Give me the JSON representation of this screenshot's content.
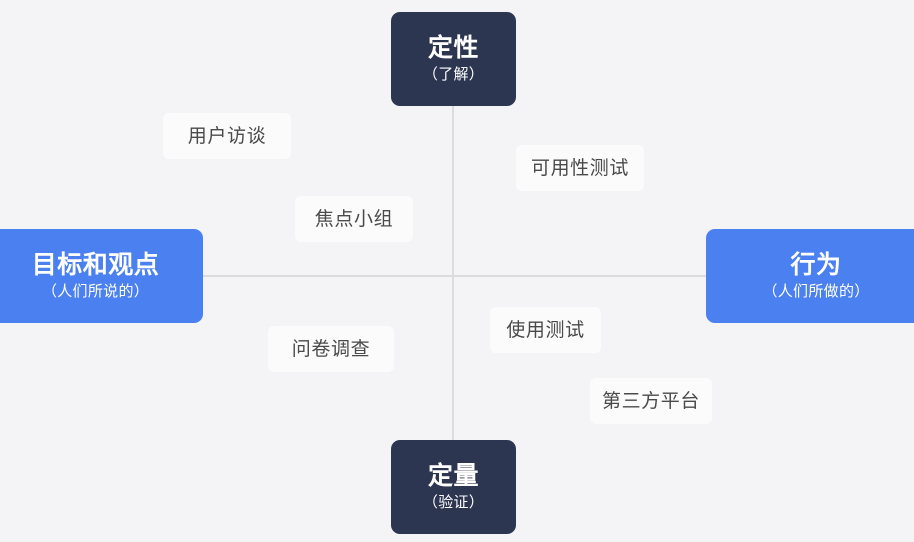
{
  "diagram": {
    "type": "2x2-matrix",
    "background_color": "#f4f4f6",
    "axis_color": "#dcdcde",
    "poles": {
      "top": {
        "title": "定性",
        "subtitle": "（了解）",
        "color": "#2d3651"
      },
      "bottom": {
        "title": "定量",
        "subtitle": "（验证）",
        "color": "#2d3651"
      },
      "left": {
        "title": "目标和观点",
        "subtitle": "（人们所说的）",
        "color": "#4a80ef"
      },
      "right": {
        "title": "行为",
        "subtitle": "（人们所做的）",
        "color": "#4a80ef"
      }
    },
    "methods": [
      {
        "label": "用户访谈",
        "quadrant": "top-left"
      },
      {
        "label": "可用性测试",
        "quadrant": "top-right"
      },
      {
        "label": "焦点小组",
        "quadrant": "top-left"
      },
      {
        "label": "问卷调查",
        "quadrant": "bottom-left"
      },
      {
        "label": "使用测试",
        "quadrant": "bottom-right"
      },
      {
        "label": "第三方平台",
        "quadrant": "bottom-right"
      }
    ]
  }
}
